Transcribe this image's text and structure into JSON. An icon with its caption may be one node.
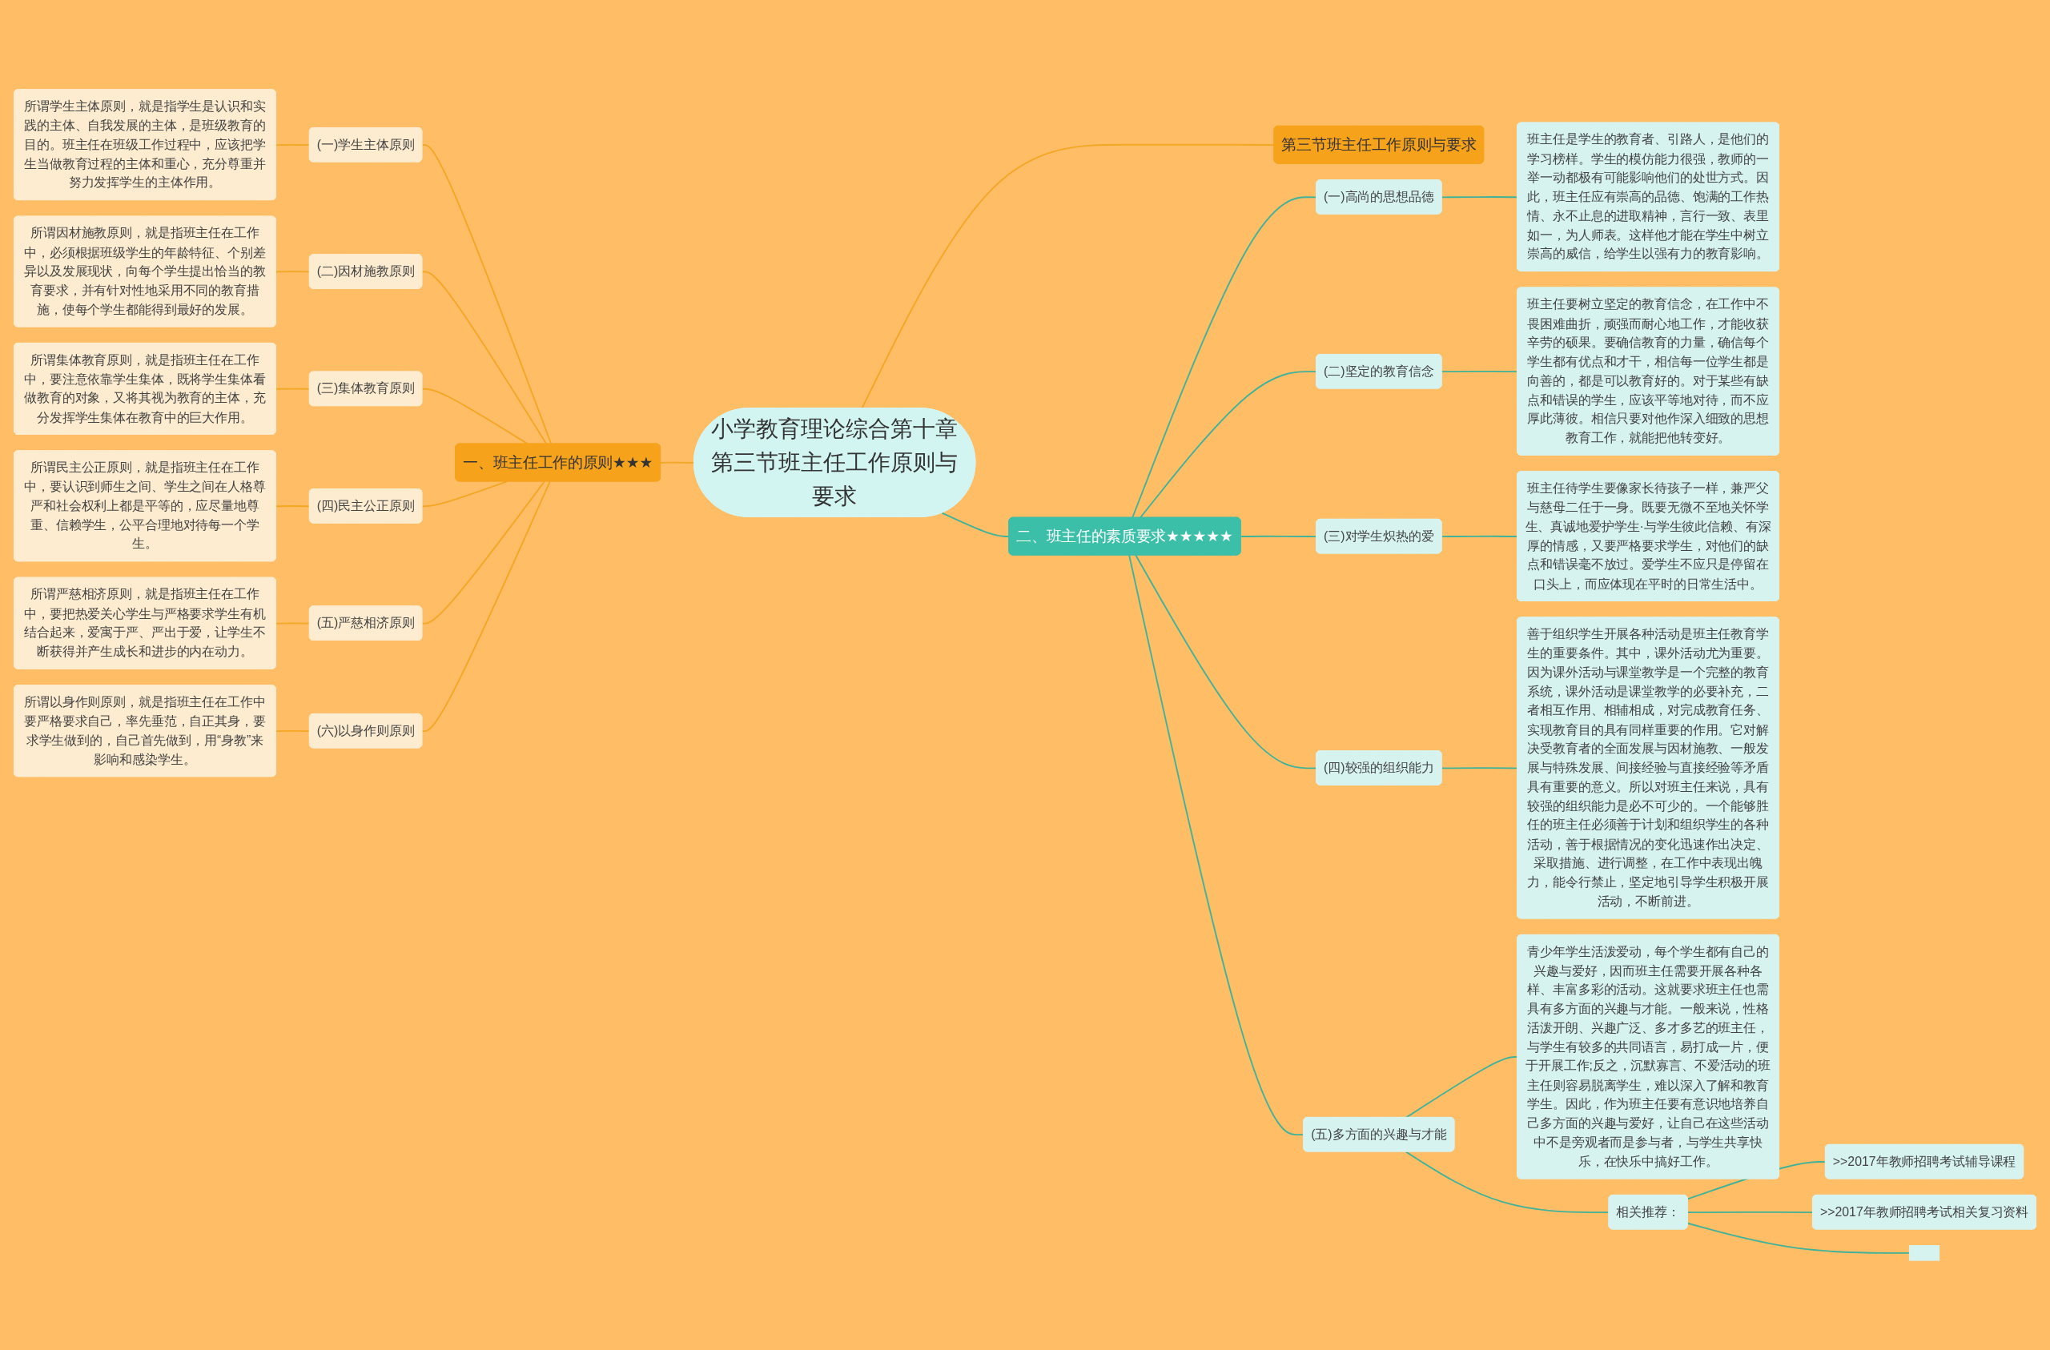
{
  "diagram": {
    "nodes": [
      {
        "text": [
          "小学教育理论综合第十章第三节班主任工作原则与要求"
        ]
      },
      {
        "text": [
          "第三节班主任工作原则与要求"
        ]
      },
      {
        "text": [
          "一、班主任工作的原则★★★"
        ]
      },
      {
        "text": [
          "(一)学生主体原则"
        ]
      },
      {
        "text": [
          "所谓学生主体原则，就是指学生是认识和实践的主体、自我发展的主体，是班级教育的目的。班主任在班级工作过程中，应该把学生当做教育过程的主体和重心，充分尊重并努力发挥学生的主体作用。"
        ]
      },
      {
        "text": [
          "(二)因材施教原则"
        ]
      },
      {
        "text": [
          "所谓因材施教原则，就是指班主任在工作中，必须根据班级学生的年龄特征、个别差异以及发展现状，向每个学生提出恰当的教育要求，并有针对性地采用不同的教育措施，使每个学生都能得到最好的发展。"
        ]
      },
      {
        "text": [
          "(三)集体教育原则"
        ]
      },
      {
        "text": [
          "所谓集体教育原则，就是指班主任在工作中，要注意依靠学生集体，既将学生集体看做教育的对象，又将其视为教育的主体，充分发挥学生集体在教育中的巨大作用。"
        ]
      },
      {
        "text": [
          "(四)民主公正原则"
        ]
      },
      {
        "text": [
          "所谓民主公正原则，就是指班主任在工作中，要认识到师生之间、学生之间在人格尊严和社会权利上都是平等的，应尽量地尊重、信赖学生，公平合理地对待每一个学生。"
        ]
      },
      {
        "text": [
          "(五)严慈相济原则"
        ]
      },
      {
        "text": [
          "所谓严慈相济原则，就是指班主任在工作中，要把热爱关心学生与严格要求学生有机结合起来，爱寓于严、严出于爱，让学生不断获得并产生成长和进步的内在动力。"
        ]
      },
      {
        "text": [
          "(六)以身作则原则"
        ]
      },
      {
        "text": [
          "所谓以身作则原则，就是指班主任在工作中要严格要求自己，率先垂范，自正其身，要求学生做到的，自己首先做到，用“身教”来影响和感染学生。"
        ]
      },
      {
        "text": [
          "二、班主任的素质要求★★★★★"
        ]
      },
      {
        "text": [
          "(一)高尚的思想品德"
        ]
      },
      {
        "text": [
          "班主任是学生的教育者、引路人，是他们的学习榜样。学生的模仿能力很强，教师的一举一动都极有可能影响他们的处世方式。因此，班主任应有崇高的品德、饱满的工作热情、永不止息的进取精神，言行一致、表里如一，为人师表。这样他才能在学生中树立崇高的威信，给学生以强有力的教育影响。"
        ]
      },
      {
        "text": [
          "(二)坚定的教育信念"
        ]
      },
      {
        "text": [
          "班主任要树立坚定的教育信念，在工作中不畏困难曲折，顽强而耐心地工作，才能收获辛劳的硕果。要确信教育的力量，确信每个学生都有优点和才干，相信每一位学生都是向善的，都是可以教育好的。对于某些有缺点和错误的学生，应该平等地对待，而不应厚此薄彼。相信只要对他作深入细致的思想教育工作，就能把他转变好。"
        ]
      },
      {
        "text": [
          "(三)对学生炽热的爱"
        ]
      },
      {
        "text": [
          "班主任待学生要像家长待孩子一样，兼严父与慈母二任于一身。既要无微不至地关怀学生、真诚地爱护学生·与学生彼此信赖、有深厚的情感，又要严格要求学生，对他们的缺点和错误毫不放过。爱学生不应只是停留在口头上，而应体现在平时的日常生活中。"
        ]
      },
      {
        "text": [
          "(四)较强的组织能力"
        ]
      },
      {
        "text": [
          "善于组织学生开展各种活动是班主任教育学生的重要条件。其中，课外活动尤为重要。因为课外活动与课堂教学是一个完整的教育系统，课外活动是课堂教学的必要补充，二者相互作用、相辅相成，对完成教育任务、实现教育目的具有同样重要的作用。它对解决受教育者的全面发展与因材施教、一般发展与特殊发展、间接经验与直接经验等矛盾具有重要的意义。所以对班主任来说，具有较强的组织能力是必不可少的。一个能够胜任的班主任必须善于计划和组织学生的各种活动，善于根据情况的变化迅速作出决定、采取措施、进行调整，在工作中表现出魄力，能令行禁止，坚定地引导学生积极开展活动，不断前进。"
        ]
      },
      {
        "text": [
          "(五)多方面的兴趣与才能"
        ]
      },
      {
        "text": [
          "青少年学生活泼爱动，每个学生都有自己的兴趣与爱好，因而班主任需要开展各种各样、丰富多彩的活动。这就要求班主任也需具有多方面的兴趣与才能。一般来说，性格活泼开朗、兴趣广泛、多才多艺的班主任，与学生有较多的共同语言，易打成一片，便于开展工作;反之，沉默寡言、不爱活动的班主任则容易脱离学生，难以深入了解和教育学生。因此，作为班主任要有意识地培养自己多方面的兴趣与爱好，让自己在这些活动中不是旁观者而是参与者，与学生共享快乐，在快乐中搞好工作。"
        ]
      },
      {
        "text": [
          "相关推荐："
        ]
      },
      {
        "text": [
          ">>2017年教师招聘考试辅导课程"
        ]
      },
      {
        "text": [
          ">>2017年教师招聘考试相关复习资料"
        ]
      },
      {
        "text": [],
        "shape": "box"
      }
    ],
    "edges": [
      {
        "from": 0,
        "to": 1,
        "arrow": "none",
        "color": "#f5a623"
      },
      {
        "from": 0,
        "to": 2,
        "arrow": "none",
        "color": "#f5a623"
      },
      {
        "from": 2,
        "to": 3,
        "arrow": "none",
        "color": "#f5a623"
      },
      {
        "from": 3,
        "to": 4,
        "arrow": "none",
        "color": "#f5a623"
      },
      {
        "from": 2,
        "to": 5,
        "arrow": "none",
        "color": "#f5a623"
      },
      {
        "from": 5,
        "to": 6,
        "arrow": "none",
        "color": "#f5a623"
      },
      {
        "from": 2,
        "to": 7,
        "arrow": "none",
        "color": "#f5a623"
      },
      {
        "from": 7,
        "to": 8,
        "arrow": "none",
        "color": "#f5a623"
      },
      {
        "from": 2,
        "to": 9,
        "arrow": "none",
        "color": "#f5a623"
      },
      {
        "from": 9,
        "to": 10,
        "arrow": "none",
        "color": "#f5a623"
      },
      {
        "from": 2,
        "to": 11,
        "arrow": "none",
        "color": "#f5a623"
      },
      {
        "from": 11,
        "to": 12,
        "arrow": "none",
        "color": "#f5a623"
      },
      {
        "from": 2,
        "to": 13,
        "arrow": "none",
        "color": "#f5a623"
      },
      {
        "from": 13,
        "to": 14,
        "arrow": "none",
        "color": "#f5a623"
      },
      {
        "from": 0,
        "to": 15,
        "arrow": "none"
      },
      {
        "from": 15,
        "to": 16,
        "arrow": "none"
      },
      {
        "from": 16,
        "to": 17,
        "arrow": "none"
      },
      {
        "from": 15,
        "to": 18,
        "arrow": "none"
      },
      {
        "from": 18,
        "to": 19,
        "arrow": "none"
      },
      {
        "from": 15,
        "to": 20,
        "arrow": "none"
      },
      {
        "from": 20,
        "to": 21,
        "arrow": "none"
      },
      {
        "from": 15,
        "to": 22,
        "arrow": "none"
      },
      {
        "from": 22,
        "to": 23,
        "arrow": "none"
      },
      {
        "from": 15,
        "to": 24,
        "arrow": "none"
      },
      {
        "from": 24,
        "to": 25,
        "arrow": "none"
      },
      {
        "from": 24,
        "to": 26,
        "arrow": "none"
      },
      {
        "from": 26,
        "to": 27,
        "arrow": "none"
      },
      {
        "from": 26,
        "to": 28,
        "arrow": "none"
      },
      {
        "from": 26,
        "to": 29,
        "arrow": "none"
      }
    ]
  }
}
